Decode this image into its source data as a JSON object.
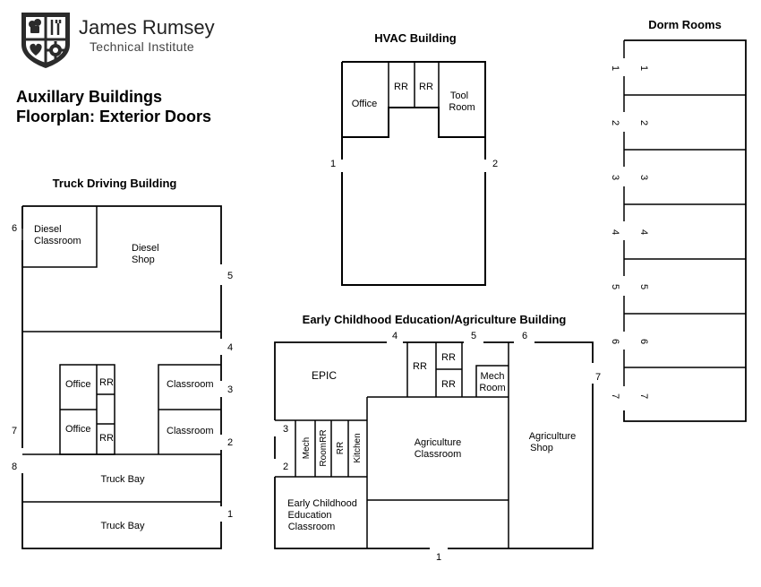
{
  "institute": {
    "name": "James Rumsey",
    "subtitle": "Technical Institute"
  },
  "page_title": {
    "line1": "Auxillary Buildings",
    "line2": "Floorplan: Exterior Doors"
  },
  "buildings": {
    "hvac": {
      "title": "HVAC Building",
      "rooms": {
        "office": "Office",
        "rr1": "RR",
        "rr2": "RR",
        "tool_room_1": "Tool",
        "tool_room_2": "Room"
      },
      "doors": [
        "1",
        "2"
      ]
    },
    "dorm": {
      "title": "Dorm Rooms",
      "doors_left": [
        "1",
        "2",
        "3",
        "4",
        "5",
        "6",
        "7"
      ],
      "doors_right": [
        "1",
        "2",
        "3",
        "4",
        "5",
        "6",
        "7"
      ]
    },
    "truck": {
      "title": "Truck Driving Building",
      "rooms": {
        "diesel_classroom_1": "Diesel",
        "diesel_classroom_2": "Classroom",
        "diesel_shop_1": "Diesel",
        "diesel_shop_2": "Shop",
        "office_top": "Office",
        "office_bottom": "Office",
        "rr_top": "RR",
        "rr_bottom": "RR",
        "classroom_top": "Classroom",
        "classroom_bottom": "Classroom",
        "truck_bay_top": "Truck Bay",
        "truck_bay_bottom": "Truck Bay"
      },
      "doors": {
        "d1": "1",
        "d2": "2",
        "d3": "3",
        "d4": "4",
        "d5": "5",
        "d6": "6",
        "d7": "7",
        "d8": "8"
      }
    },
    "ece": {
      "title": "Early Childhood Education/Agriculture Building",
      "rooms": {
        "epic": "EPIC",
        "rr_a": "RR",
        "rr_b": "RR",
        "rr_c": "RR",
        "mech_room_1": "Mech",
        "mech_room_2": "Room",
        "mech_v": "Mech",
        "roomrr_v": "RoomRR",
        "rr_v": "RR",
        "kitchen_v": "Kitchen",
        "ag_classroom_1": "Agriculture",
        "ag_classroom_2": "Classroom",
        "ag_shop_1": "Agriculture",
        "ag_shop_2": "Shop",
        "ece_classroom_1": "Early Childhood",
        "ece_classroom_2": "Education",
        "ece_classroom_3": "Classroom"
      },
      "doors": {
        "d1": "1",
        "d2": "2",
        "d3": "3",
        "d4": "4",
        "d5": "5",
        "d6": "6",
        "d7": "7"
      }
    }
  },
  "colors": {
    "line": "#000000",
    "logo": "#2b2b2b"
  },
  "icons": [
    "shield-logo-icon",
    "chef-hat-icon",
    "wrench-icon",
    "heart-icon",
    "gear-icon"
  ]
}
